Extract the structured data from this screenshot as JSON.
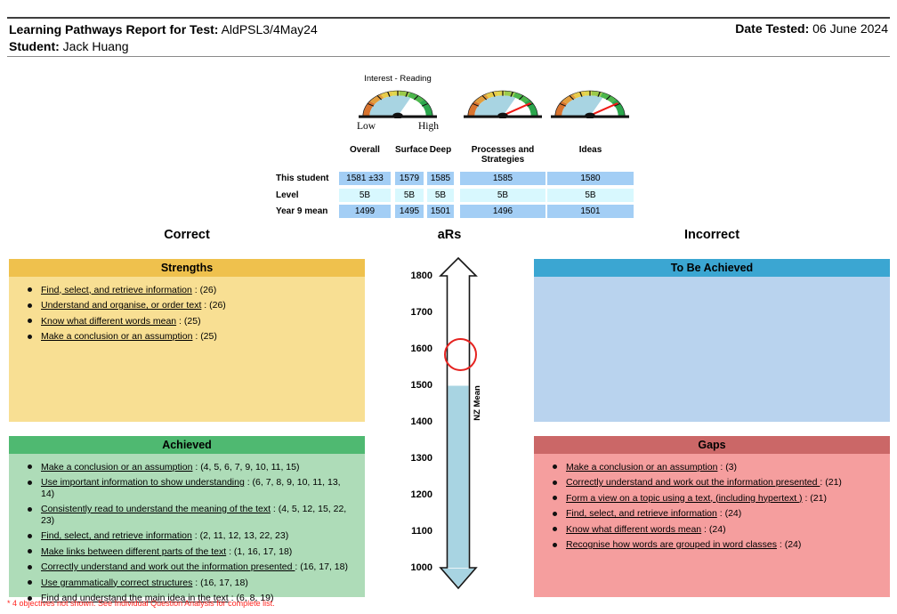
{
  "header": {
    "title_label": "Learning Pathways Report for Test:",
    "title_value": "AldPSL3/4May24",
    "student_label": "Student:",
    "student_value": "Jack Huang",
    "date_label": "Date Tested:",
    "date_value": "06 June 2024"
  },
  "gauges": {
    "interest_title": "Interest - Reading",
    "low_label": "Low",
    "high_label": "High",
    "items": [
      {
        "name": "interest-reading-gauge",
        "needle": false,
        "fill_to_deg": 55
      },
      {
        "name": "processes-and-strategies-gauge",
        "needle": true,
        "needle_deg": 25,
        "fill_to_deg": 55
      },
      {
        "name": "ideas-gauge",
        "needle": true,
        "needle_deg": 25,
        "fill_to_deg": 55
      }
    ]
  },
  "score_table": {
    "columns": [
      "Overall",
      "Surface",
      "Deep",
      "Processes and Strategies",
      "Ideas"
    ],
    "rows": [
      {
        "label": "This student",
        "values": [
          "1581 ±33",
          "1579",
          "1585",
          "1585",
          "1580"
        ]
      },
      {
        "label": "Level",
        "values": [
          "5B",
          "5B",
          "5B",
          "5B",
          "5B"
        ]
      },
      {
        "label": "Year 9 mean",
        "values": [
          "1499",
          "1495",
          "1501",
          "1496",
          "1501"
        ]
      }
    ]
  },
  "section_headers": {
    "correct": "Correct",
    "scale": "aRs",
    "incorrect": "Incorrect"
  },
  "boxes": {
    "strengths": {
      "title": "Strengths",
      "items": [
        {
          "label": "Find, select, and retrieve information",
          "questions": "(26)"
        },
        {
          "label": "Understand and organise, or order text",
          "questions": "(26)"
        },
        {
          "label": "Know what different words mean",
          "questions": "(25)"
        },
        {
          "label": "Make a conclusion or an assumption",
          "questions": "(25)"
        }
      ]
    },
    "to_be_achieved": {
      "title": "To Be Achieved",
      "items": []
    },
    "achieved": {
      "title": "Achieved",
      "items": [
        {
          "label": "Make a conclusion or an assumption",
          "questions": "(4, 5, 6, 7, 9, 10, 11, 15)"
        },
        {
          "label": "Use important information to show understanding",
          "questions": "(6, 7, 8, 9, 10, 11, 13, 14)"
        },
        {
          "label": "Consistently read to understand the meaning of the text",
          "questions": "(4, 5, 12, 15, 22, 23)"
        },
        {
          "label": "Find, select, and retrieve information",
          "questions": "(2, 11, 12, 13, 22, 23)"
        },
        {
          "label": "Make links between different parts of the text",
          "questions": "(1, 16, 17, 18)"
        },
        {
          "label": "Correctly understand and work out the information presented ",
          "questions": "(16, 17, 18)"
        },
        {
          "label": "Use grammatically correct structures",
          "questions": "(16, 17, 18)"
        },
        {
          "label": "Find and understand the main idea in the text",
          "questions": "(6, 8, 19)"
        }
      ]
    },
    "gaps": {
      "title": "Gaps",
      "items": [
        {
          "label": "Make a conclusion or an assumption",
          "questions": "(3)"
        },
        {
          "label": "Correctly understand and work out the information presented ",
          "questions": "(21)"
        },
        {
          "label": "Form a view on a topic using a text, (including hypertext )",
          "questions": "(21)"
        },
        {
          "label": "Find, select, and retrieve information",
          "questions": "(24)"
        },
        {
          "label": "Know what different words mean",
          "questions": "(24)"
        },
        {
          "label": "Recognise how words are grouped in word classes",
          "questions": "(24)"
        }
      ]
    }
  },
  "scale": {
    "ticks": [
      "1800",
      "1700",
      "1600",
      "1500",
      "1400",
      "1300",
      "1200",
      "1100",
      "1000"
    ],
    "mean_label": "NZ Mean"
  },
  "footnote": "* 4 objectives not shown. See Individual Question Analysis for complete list.",
  "colors": {
    "strengths_header": "#EFC14D",
    "strengths_body": "#F8DF93",
    "achieved_header": "#4FB971",
    "achieved_body": "#AEDCB8",
    "tba_header": "#3BA6D2",
    "tba_body": "#B9D3EE",
    "gaps_header": "#CB6767",
    "gaps_body": "#F59E9E",
    "table_blue": "#A3CEF5",
    "table_cyan": "#D8F8FE",
    "scale_fill": "#A8D4E2",
    "circle_red": "#E52320",
    "needle_red": "#EF1A15",
    "footnote_red": "#FF2621"
  }
}
